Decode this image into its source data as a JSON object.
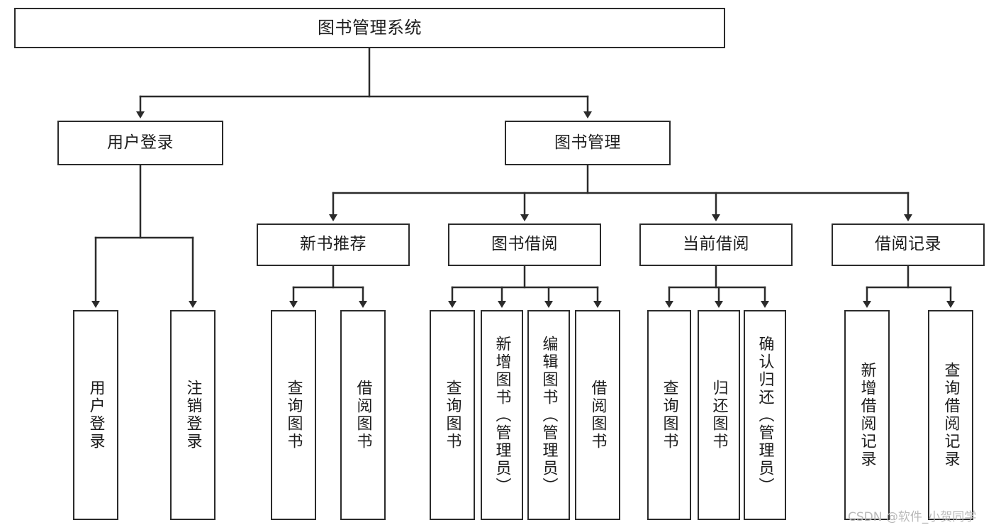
{
  "diagram": {
    "title": "图书管理系统",
    "watermark": "CSDN @软件_小贺同学",
    "colors": {
      "border": "#2b2b2b",
      "background": "#ffffff",
      "text": "#1d1d1d",
      "watermark": "#b9b9b9"
    },
    "root": {
      "label": "图书管理系统"
    },
    "level2": [
      {
        "label": "用户登录"
      },
      {
        "label": "图书管理"
      }
    ],
    "level3": [
      {
        "label": "新书推荐"
      },
      {
        "label": "图书借阅"
      },
      {
        "label": "当前借阅"
      },
      {
        "label": "借阅记录"
      }
    ],
    "leaves": {
      "user_login": [
        {
          "label": "用户登录"
        },
        {
          "label": "注销登录"
        }
      ],
      "new_book_recommend": [
        {
          "label": "查询图书"
        },
        {
          "label": "借阅图书"
        }
      ],
      "book_borrow": [
        {
          "label": "查询图书"
        },
        {
          "label": "新增图书（管理员）"
        },
        {
          "label": "编辑图书（管理员）"
        },
        {
          "label": "借阅图书"
        }
      ],
      "current_borrow": [
        {
          "label": "查询图书"
        },
        {
          "label": "归还图书"
        },
        {
          "label": "确认归还（管理员）"
        }
      ],
      "borrow_record": [
        {
          "label": "新增借阅记录"
        },
        {
          "label": "查询借阅记录"
        }
      ]
    }
  }
}
